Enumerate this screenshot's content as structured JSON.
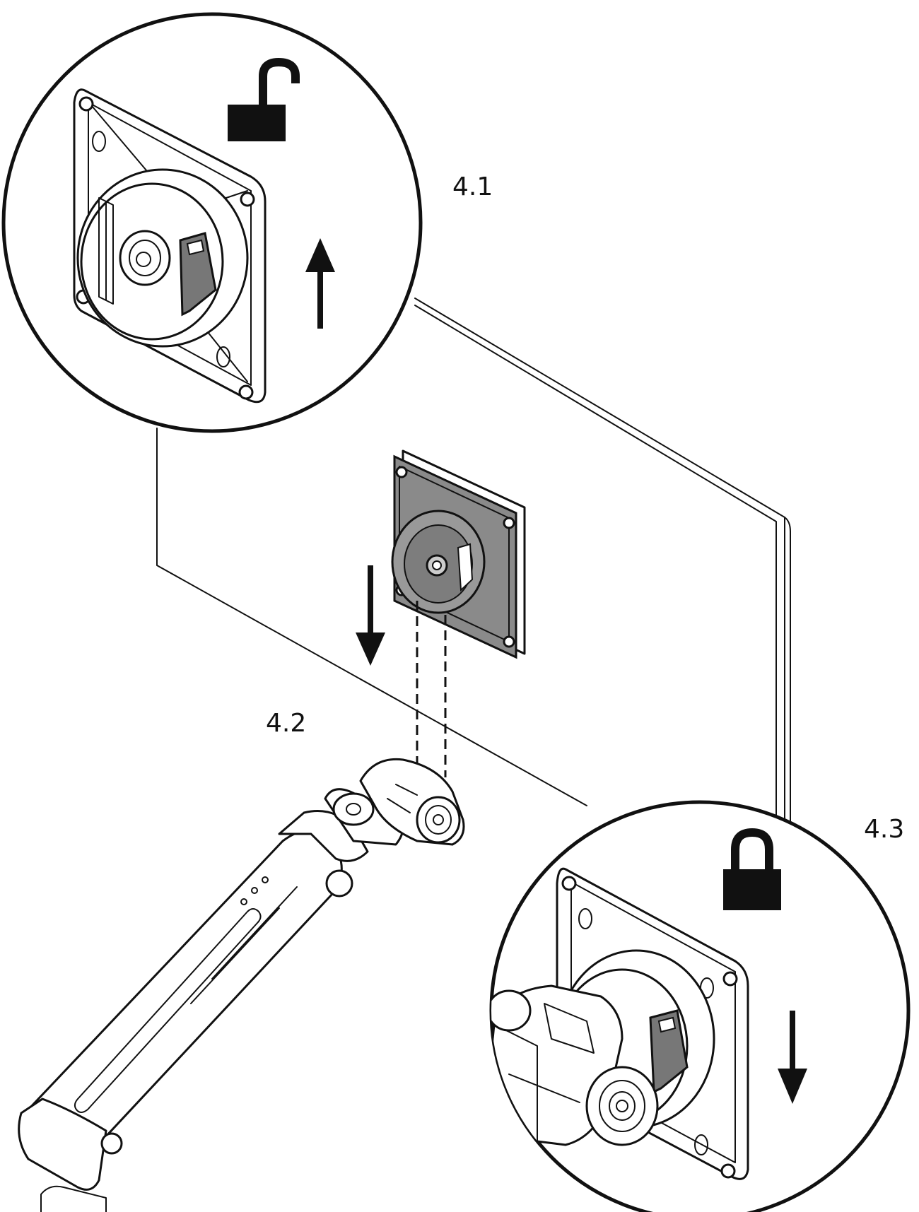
{
  "steps": [
    {
      "label": "4.1",
      "lock_state": "unlocked",
      "arrow": "up"
    },
    {
      "label": "4.2",
      "arrow": "down"
    },
    {
      "label": "4.3",
      "lock_state": "locked",
      "arrow": "down"
    }
  ],
  "colors": {
    "ink": "#111111",
    "vesa_plate_shade": "#8a8a8a",
    "background": "#ffffff"
  },
  "icons": [
    "lock-open-icon",
    "lock-closed-icon",
    "arrow-up-icon",
    "arrow-down-icon"
  ]
}
